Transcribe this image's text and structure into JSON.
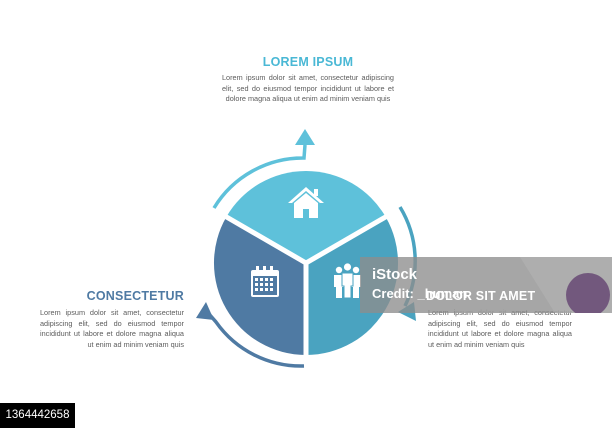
{
  "colors": {
    "top_segment": "#5ec1da",
    "left_segment": "#4f7aa3",
    "right_segment": "#4aa3c0",
    "top_title": "#4ab8d5",
    "left_title": "#4f7aa3",
    "right_title": "#ffffff"
  },
  "top": {
    "title": "LOREM IPSUM",
    "text": "Lorem ipsum dolor sit amet, consectetur adipiscing elit, sed do eiusmod tempor incididunt ut labore et dolore magna aliqua ut enim ad minim veniam quis",
    "icon": "house-icon"
  },
  "left": {
    "title": "CONSECTETUR",
    "text": "Lorem ipsum dolor sit amet, consectetur adipiscing elit, sed do eiusmod tempor incididunt ut labore et dolore magna aliqua ut enim ad minim veniam quis",
    "icon": "calendar-icon"
  },
  "right": {
    "title": "DOLOR SIT AMET",
    "text": "Lorem ipsum dolor sit amet, consectetur adipiscing elit, sed do eiusmod tempor incididunt ut labore et dolore magna aliqua ut enim ad minim veniam quis",
    "icon": "people-icon"
  },
  "watermark": {
    "line1": "iStock",
    "line2": "Credit: _human"
  },
  "stock_id": "1364442658"
}
